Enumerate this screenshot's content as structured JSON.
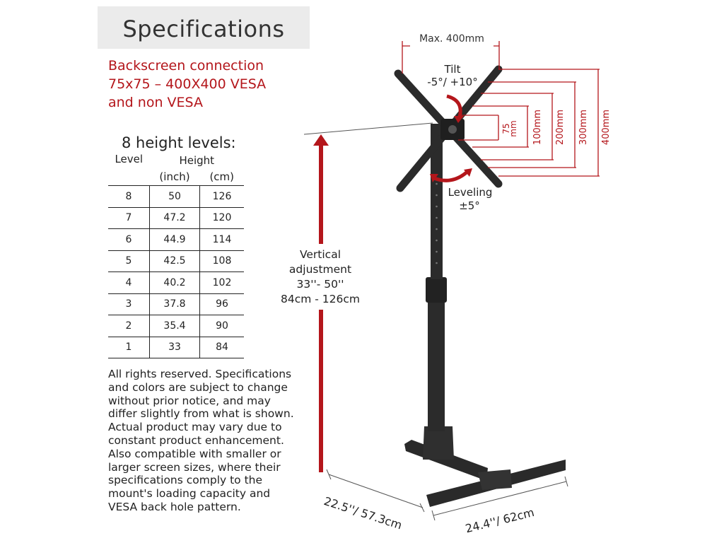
{
  "title": "Specifications",
  "backscreen": [
    "Backscreen connection",
    "75x75 – 400X400 VESA",
    "and non VESA"
  ],
  "levels_title": "8 height levels:",
  "table": {
    "col_level": "Level",
    "col_height": "Height",
    "unit_inch": "(inch)",
    "unit_cm": "(cm)",
    "rows": [
      {
        "level": "8",
        "inch": "50",
        "cm": "126"
      },
      {
        "level": "7",
        "inch": "47.2",
        "cm": "120"
      },
      {
        "level": "6",
        "inch": "44.9",
        "cm": "114"
      },
      {
        "level": "5",
        "inch": "42.5",
        "cm": "108"
      },
      {
        "level": "4",
        "inch": "40.2",
        "cm": "102"
      },
      {
        "level": "3",
        "inch": "37.8",
        "cm": "96"
      },
      {
        "level": "2",
        "inch": "35.4",
        "cm": "90"
      },
      {
        "level": "1",
        "inch": "33",
        "cm": "84"
      }
    ]
  },
  "notice": "All rights reserved. Specifications and colors are subject to change without prior notice, and may differ slightly from what is shown. Actual product may vary due to constant product enhancement. Also compatible with smaller or larger screen sizes, where their specifications comply to the mount's loading capacity and VESA back hole pattern.",
  "diagram": {
    "max_width": "Max. 400mm",
    "tilt_label": "Tilt",
    "tilt_value": "-5°/ +10°",
    "leveling_label": "Leveling",
    "leveling_value": "±5°",
    "vesa_sizes": [
      "75",
      "mm",
      "100mm",
      "200mm",
      "300mm",
      "400mm"
    ],
    "vertical_lines": [
      "Vertical",
      "adjustment",
      "33''- 50''",
      "84cm - 126cm"
    ],
    "depth": "22.5''/ 57.3cm",
    "width": "24.4''/ 62cm"
  },
  "colors": {
    "accent_red": "#b4161b",
    "stand": "#2b2b2b",
    "title_bg": "#ebebeb"
  }
}
